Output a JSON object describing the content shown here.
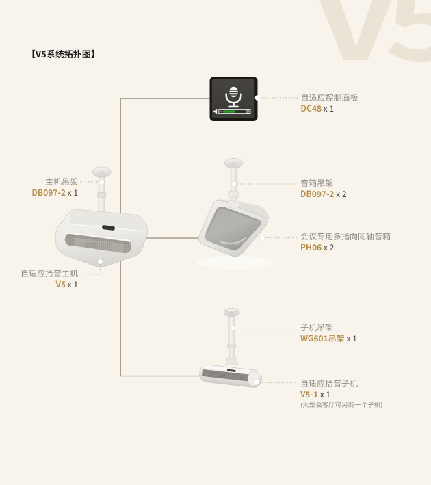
{
  "title": "【V5系统拓扑图】",
  "watermark": "V5",
  "accent_colors": {
    "background": "#f8f4ec",
    "model_gold": "#b8904e",
    "label_gray": "#8f8c85",
    "line_tan": "#a79e8e",
    "panel_black": "#1b1914",
    "volume_green": "#2f9e2c"
  },
  "control_panel": {
    "name": "自适应控制面板",
    "model": "DC48",
    "qty": " x 1",
    "icons": [
      "microphone-icon",
      "speaker-icon",
      "minus-icon",
      "plus-icon"
    ]
  },
  "main_hanger": {
    "name": "主机吊架",
    "model": "DB097-2",
    "qty": " x 1"
  },
  "speaker_hanger": {
    "name": "音箱吊架",
    "model": "DB097-2",
    "qty": " x 2"
  },
  "speaker": {
    "name": "会议专用多指向同轴音箱",
    "model": "PH06",
    "qty": " x 2"
  },
  "main_unit": {
    "name": "自适应拾音主机",
    "model": "V5",
    "qty": " x 1"
  },
  "sub_hanger": {
    "name": "子机吊架",
    "model": "WG601吊架",
    "qty": " x 1"
  },
  "sub_unit": {
    "name": "自适应拾音子机",
    "model": "V5-1",
    "qty": " x 1",
    "note": "(大型会客厅可另购一个子机)"
  }
}
